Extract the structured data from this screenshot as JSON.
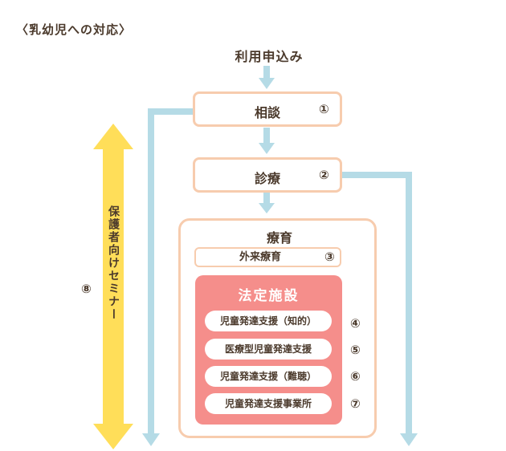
{
  "title": "〈乳幼児への対応〉",
  "apply": "利用申込み",
  "consult": {
    "label": "相談",
    "num": "①"
  },
  "clinic": {
    "label": "診療",
    "num": "②"
  },
  "therapy": {
    "label": "療育",
    "outpatient": {
      "label": "外来療育",
      "num": "③"
    },
    "statutory": {
      "title": "法定施設",
      "items": [
        {
          "label": "児童発達支援（知的）",
          "num": "④"
        },
        {
          "label": "医療型児童発達支援",
          "num": "⑤"
        },
        {
          "label": "児童発達支援（難聴）",
          "num": "⑥"
        },
        {
          "label": "児童発達支援事業所",
          "num": "⑦"
        }
      ]
    }
  },
  "seminar": {
    "label": "保護者向けセミナー",
    "num": "⑧"
  },
  "colors": {
    "flow_arrow": "#b5dbe6",
    "box_border": "#f7ccae",
    "statutory_fill": "#f58e8b",
    "seminar_arrow": "#ffde59"
  }
}
